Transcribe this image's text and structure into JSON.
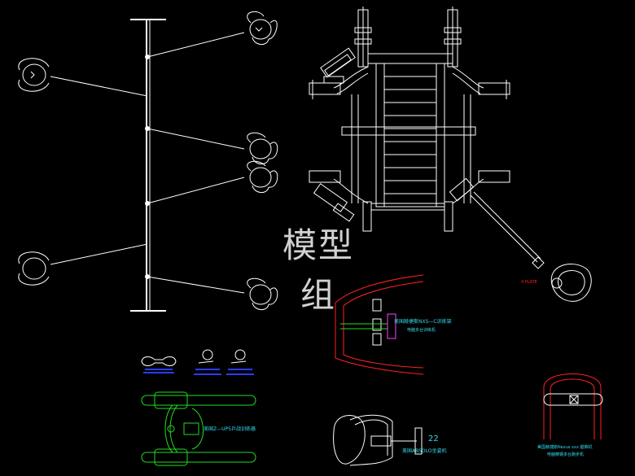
{
  "watermark": "模型组",
  "labels": {
    "top_right_plate": "4 PLATE",
    "nxs_line1": "美国赫捷斯NXS—C训练架",
    "nxs_line2": "电脑多台训练机",
    "zup5": "美国Z—UP5乒战训练器",
    "absolo_num": "22",
    "absolo": "美国ABSOLO坐姿机",
    "red_chair_line1": "美国赫捷斯Nexus xxx 腿推机",
    "red_chair_line2": "电脑精钢多台跑步机"
  },
  "colors": {
    "background": "#000000",
    "line": "#ffffff",
    "red": "#ff2020",
    "green": "#22dd22",
    "blue": "#2a3cff",
    "cyan": "#33ddee",
    "magenta": "#ff40ff"
  }
}
